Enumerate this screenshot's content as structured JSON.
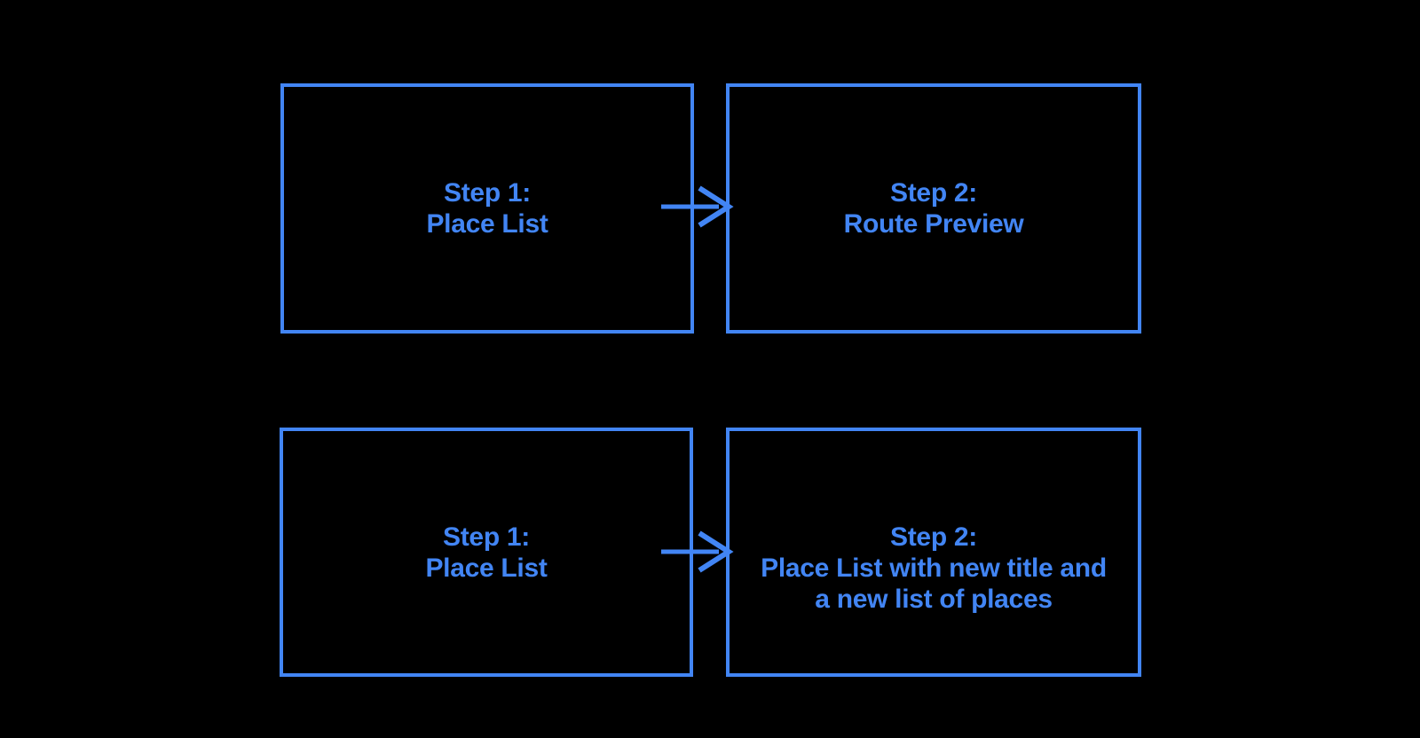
{
  "colors": {
    "background": "#000000",
    "accent": "#4285f4"
  },
  "diagram": {
    "boxes": [
      {
        "id": "step1-top",
        "lines": [
          "Step 1:",
          "Place List"
        ]
      },
      {
        "id": "step2-top",
        "lines": [
          "Step 2:",
          "Route Preview"
        ]
      },
      {
        "id": "step1-bottom",
        "lines": [
          "Step 1:",
          "Place List"
        ]
      },
      {
        "id": "step2-bottom",
        "lines": [
          "Step 2:",
          "Place List with new title and",
          "a new list of places"
        ]
      }
    ],
    "arrows": [
      {
        "id": "top",
        "direction": "right"
      },
      {
        "id": "bottom",
        "direction": "right"
      }
    ]
  }
}
